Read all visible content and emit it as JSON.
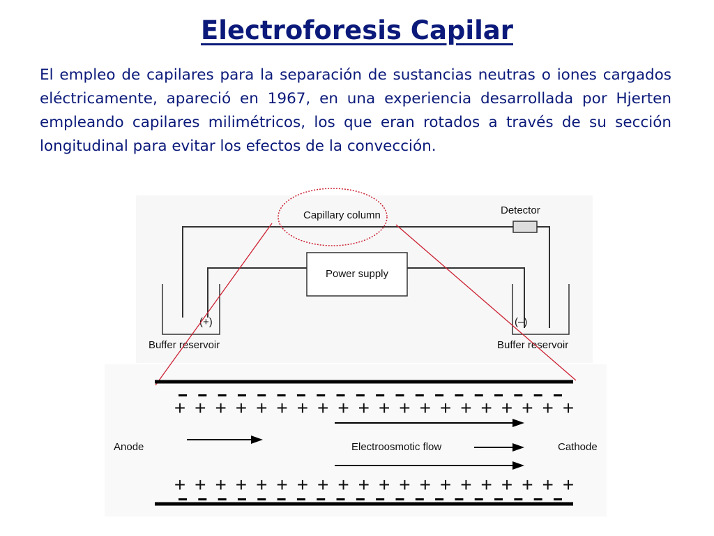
{
  "slide": {
    "title": "Electroforesis Capilar",
    "intro": "El empleo de capilares para la separación de sustancias neutras o iones cargados eléctricamente, apareció en 1967, en una experiencia desarrollada por Hjerten empleando capilares milimétricos, los que eran rotados a través de su sección longitudinal para evitar los efectos de la convección."
  },
  "diagram": {
    "capillary_label": "Capillary column",
    "detector_label": "Detector",
    "power_supply_label": "Power supply",
    "left_polarity": "(+)",
    "right_polarity": "(–)",
    "left_reservoir_label": "Buffer reservoir",
    "right_reservoir_label": "Buffer reservoir",
    "anode_label": "Anode",
    "cathode_label": "Cathode",
    "flow_label": "Electroosmotic flow",
    "highlight_color": "#cc2233",
    "line_color": "#333333"
  }
}
